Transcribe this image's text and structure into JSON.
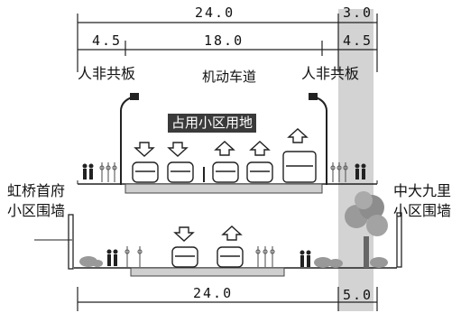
{
  "dimensions": {
    "top_total": "24.0",
    "top_right": "3.0",
    "sub_left": "4.5",
    "sub_mid": "18.0",
    "sub_right": "4.5",
    "bottom_total": "24.0",
    "bottom_right": "5.0"
  },
  "labels": {
    "sidewalk_left": "人非共板",
    "motor_lane": "机动车道",
    "sidewalk_right": "人非共板",
    "occupied_land": "占用小区用地",
    "left_wall_line1": "虹桥首府",
    "left_wall_line2": "小区围墙",
    "right_wall_line1": "中大九里",
    "right_wall_line2": "小区围墙"
  },
  "colors": {
    "highlight_band": "#d3d3d3",
    "tag_background": "#3a3a3a"
  }
}
